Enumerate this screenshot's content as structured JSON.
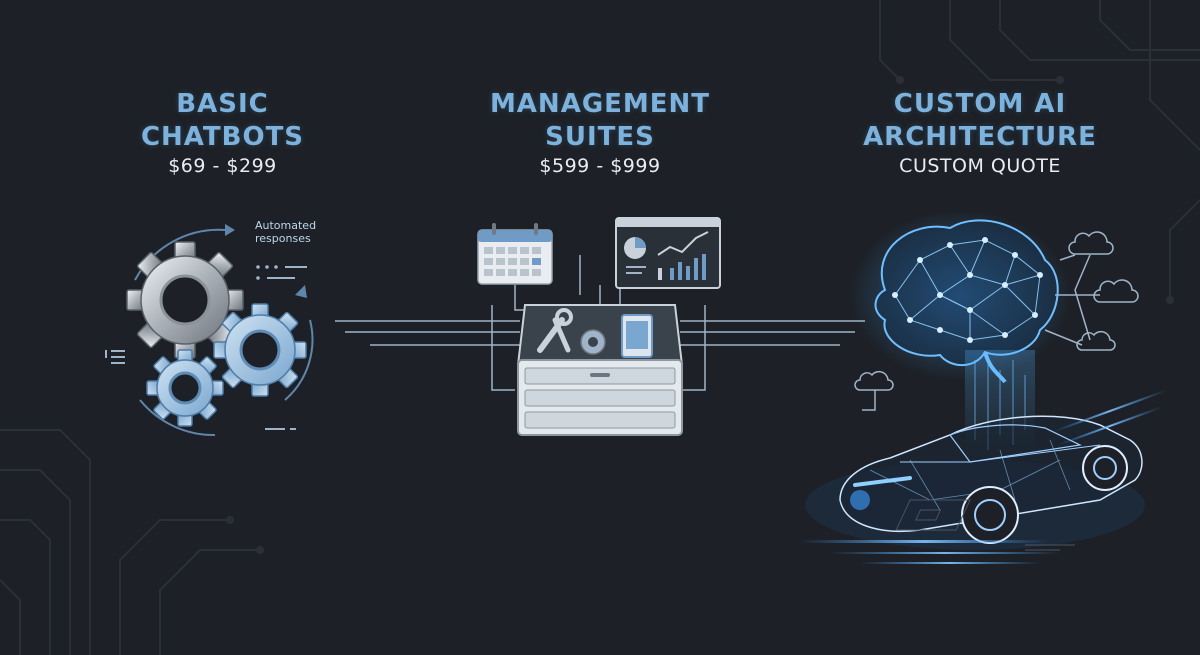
{
  "tiers": [
    {
      "title_line1": "BASIC",
      "title_line2": "CHATBOTS",
      "price": "$69 - $299",
      "note": "Automated responses"
    },
    {
      "title_line1": "MANAGEMENT",
      "title_line2": "SUITES",
      "price": "$599 - $999"
    },
    {
      "title_line1": "CUSTOM AI",
      "title_line2": "ARCHITECTURE",
      "price": "CUSTOM QUOTE"
    }
  ],
  "colors": {
    "background": "#1d2127",
    "accent_blue": "#7db2dc",
    "glow": "#3fa0ff",
    "text": "#e9edf2"
  },
  "icons": [
    "gears-icon",
    "calendar-icon",
    "dashboard-chart-icon",
    "toolbox-icon",
    "brain-network-icon",
    "cloud-icon",
    "car-wireframe-icon"
  ]
}
